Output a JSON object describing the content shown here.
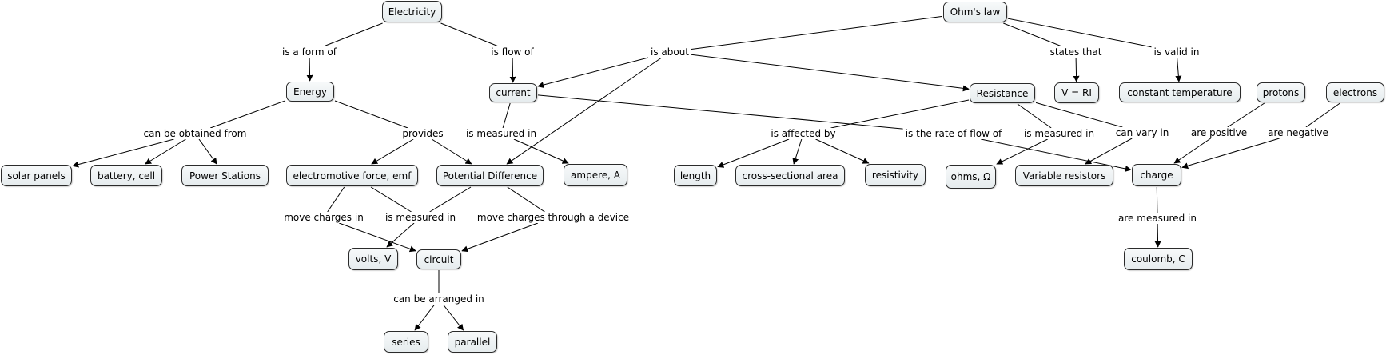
{
  "concept_map": {
    "nodes": {
      "electricity": "Electricity",
      "ohms_law": "Ohm's law",
      "energy": "Energy",
      "current": "current",
      "resistance": "Resistance",
      "v_ri": "V = RI",
      "constant_temperature": "constant temperature",
      "protons": "protons",
      "electrons": "electrons",
      "solar_panels": "solar panels",
      "battery_cell": "battery, cell",
      "power_stations": "Power Stations",
      "emf": "electromotive force, emf",
      "potential_difference": "Potential Difference",
      "ampere": "ampere, A",
      "length": "length",
      "cross_sectional_area": "cross-sectional area",
      "resistivity": "resistivity",
      "ohms": "ohms, Ω",
      "variable_resistors": "Variable resistors",
      "charge": "charge",
      "volts": "volts, V",
      "circuit": "circuit",
      "coulomb": "coulomb, C",
      "series": "series",
      "parallel": "parallel"
    },
    "linking_phrases": {
      "is_a_form_of": "is a form of",
      "is_flow_of": "is flow of",
      "is_about": "is about",
      "states_that": "states that",
      "is_valid_in": "is valid in",
      "can_be_obtained_from": "can be obtained from",
      "provides": "provides",
      "is_measured_in_current": "is measured in",
      "is_affected_by": "is affected by",
      "is_rate_of_flow_of": "is the rate of flow of",
      "is_measured_in_resistance": "is measured in",
      "can_vary_in": "can vary in",
      "are_positive": "are positive",
      "are_negative": "are negative",
      "move_charges_in": "move charges in",
      "is_measured_in_pd": "is measured in",
      "move_charges_through": "move charges through a device",
      "are_measured_in": "are measured in",
      "can_be_arranged_in": "can be arranged in"
    },
    "connections": [
      [
        "electricity",
        "is_a_form_of"
      ],
      [
        "is_a_form_of",
        "energy"
      ],
      [
        "electricity",
        "is_flow_of"
      ],
      [
        "is_flow_of",
        "current"
      ],
      [
        "ohms_law",
        "is_about"
      ],
      [
        "is_about",
        "current"
      ],
      [
        "is_about",
        "resistance"
      ],
      [
        "is_about",
        "potential_difference"
      ],
      [
        "ohms_law",
        "states_that"
      ],
      [
        "states_that",
        "v_ri"
      ],
      [
        "ohms_law",
        "is_valid_in"
      ],
      [
        "is_valid_in",
        "constant_temperature"
      ],
      [
        "energy",
        "can_be_obtained_from"
      ],
      [
        "can_be_obtained_from",
        "solar_panels"
      ],
      [
        "can_be_obtained_from",
        "battery_cell"
      ],
      [
        "can_be_obtained_from",
        "power_stations"
      ],
      [
        "energy",
        "provides"
      ],
      [
        "provides",
        "emf"
      ],
      [
        "provides",
        "potential_difference"
      ],
      [
        "current",
        "is_measured_in_current"
      ],
      [
        "is_measured_in_current",
        "ampere"
      ],
      [
        "current",
        "is_rate_of_flow_of"
      ],
      [
        "is_rate_of_flow_of",
        "charge"
      ],
      [
        "resistance",
        "is_affected_by"
      ],
      [
        "is_affected_by",
        "length"
      ],
      [
        "is_affected_by",
        "cross_sectional_area"
      ],
      [
        "is_affected_by",
        "resistivity"
      ],
      [
        "resistance",
        "is_measured_in_resistance"
      ],
      [
        "is_measured_in_resistance",
        "ohms"
      ],
      [
        "resistance",
        "can_vary_in"
      ],
      [
        "can_vary_in",
        "variable_resistors"
      ],
      [
        "protons",
        "are_positive"
      ],
      [
        "are_positive",
        "charge"
      ],
      [
        "electrons",
        "are_negative"
      ],
      [
        "are_negative",
        "charge"
      ],
      [
        "emf",
        "move_charges_in"
      ],
      [
        "move_charges_in",
        "circuit"
      ],
      [
        "emf",
        "is_measured_in_pd"
      ],
      [
        "potential_difference",
        "is_measured_in_pd"
      ],
      [
        "is_measured_in_pd",
        "volts"
      ],
      [
        "potential_difference",
        "move_charges_through"
      ],
      [
        "move_charges_through",
        "circuit"
      ],
      [
        "charge",
        "are_measured_in"
      ],
      [
        "are_measured_in",
        "coulomb"
      ],
      [
        "circuit",
        "can_be_arranged_in"
      ],
      [
        "can_be_arranged_in",
        "series"
      ],
      [
        "can_be_arranged_in",
        "parallel"
      ]
    ],
    "colors": {
      "node_fill": "#eef2f3",
      "node_border": "#2b2b2b",
      "line": "#000000"
    }
  }
}
